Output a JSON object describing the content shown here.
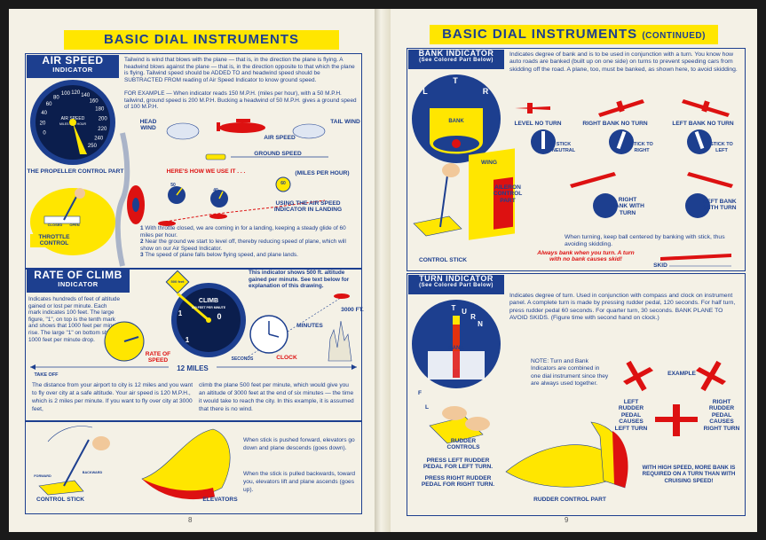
{
  "left_page": {
    "title": "BASIC DIAL INSTRUMENTS",
    "airspeed": {
      "header_title": "AIR SPEED",
      "header_sub": "INDICATOR",
      "dial_label": "AIR SPEED",
      "dial_unit": "MILES PER HOUR",
      "dial_ticks": [
        "0",
        "20",
        "40",
        "60",
        "80",
        "100",
        "120",
        "140",
        "160",
        "180",
        "200",
        "220",
        "240",
        "250"
      ],
      "body": "Tailwind is wind that blows with the plane — that is, in the direction the plane is flying. A headwind blows against the plane — that is, in the direction opposite to that which the plane is flying. Tailwind speed should be ADDED TO and headwind speed should be SUBTRACTED FROM reading of Air Speed Indicator to know ground speed.",
      "example": "FOR EXAMPLE — When indicator reads 150 M.P.H. (miles per hour), with a 50 M.P.H. tailwind, ground speed is 200 M.P.H. Bucking a headwind of 50 M.P.H. gives a ground speed of 100 M.P.H.",
      "label_head_wind": "HEAD WIND",
      "label_tail_wind": "TAIL WIND",
      "label_air_speed": "AIR SPEED",
      "label_ground_speed": "GROUND SPEED",
      "label_propeller": "THE PROPELLER CONTROL PART",
      "label_throttle": "THROTTLE CONTROL",
      "throttle_open": "OPEN",
      "throttle_closed": "CLOSED",
      "label_how": "HERE'S HOW WE USE IT . . .",
      "label_mph": "(MILES PER HOUR)",
      "gauge_values": [
        "60",
        "50",
        "40"
      ],
      "label_landing": "USING THE AIR SPEED INDICATOR IN LANDING",
      "steps": [
        "With throttle closed, we are coming in for a landing, keeping a steady glide of 60 miles per hour.",
        "Near the ground we start to level off, thereby reducing speed of plane, which will show on our Air Speed Indicator.",
        "The speed of plane falls below flying speed, and plane lands."
      ]
    },
    "climb": {
      "header_title": "RATE OF CLIMB",
      "header_sub": "INDICATOR",
      "body": "Indicates hundreds of feet of altitude gained or lost per minute. Each mark indicates 100 feet. The large figure, \"1\", on top is the tenth mark and shows that 1000 feet per minute rise. The large \"1\" on bottom shows 1000 feet per minute drop.",
      "sign": "500 feet",
      "dial_label": "CLIMB",
      "dial_unit": "100 FEET PER MINUTE",
      "dial_ticks": [
        "1",
        "0",
        "1"
      ],
      "text_right": "This indicator shows 500 ft. altitude gained per minute. See text below for explanation of this drawing.",
      "label_minutes": "MINUTES",
      "label_3000": "3000 FT.",
      "label_rate": "RATE OF SPEED",
      "label_seconds": "SECONDS",
      "label_clock": "CLOCK",
      "label_takeoff": "TAKE OFF",
      "label_12miles": "12 MILES",
      "para_left": "The distance from your airport to city is 12 miles and you want to fly over city at a safe altitude. Your air speed is 120 M.P.H., which is 2 miles per minute. If you want to fly over city at 3000 feet,",
      "para_right": "climb the plane 500 feet per minute, which would give you an altitude of 3000 feet at the end of six minutes — the time it would take to reach the city. In this example, it is assumed that there is no wind."
    },
    "stick": {
      "label_forward": "FORWARD",
      "label_backward": "BACKWARD",
      "label_control_stick": "CONTROL STICK",
      "label_elevators": "ELEVATORS",
      "para1": "When stick is pushed forward, elevators go down and plane descends (goes down).",
      "para2": "When the stick is pulled backwards, toward you, elevators lift and plane ascends (goes up)."
    },
    "page_number": "8"
  },
  "right_page": {
    "title": "BASIC DIAL INSTRUMENTS",
    "title_suffix": "(CONTINUED)",
    "bank": {
      "header_title": "BANK INDICATOR",
      "header_sub": "(See Colored Part Below)",
      "dial_letters": [
        "L",
        "T",
        "R"
      ],
      "dial_word": "BANK",
      "body": "Indicates degree of bank and is to be used in conjunction with a turn. You know how auto roads are banked (built up on one side) on turns to prevent speeding cars from skidding off the road. A plane, too, must be banked, as shown here, to avoid skidding.",
      "label_level": "LEVEL NO TURN",
      "label_right_bank": "RIGHT BANK NO TURN",
      "label_left_bank": "LEFT BANK NO TURN",
      "label_stick_neutral": "STICK NEUTRAL",
      "label_stick_right": "STICK TO RIGHT",
      "label_stick_left": "STICK TO LEFT",
      "label_wing": "WING",
      "label_aileron": "AILERON CONTROL PART",
      "label_control_stick": "CONTROL STICK",
      "label_rbwt": "RIGHT BANK WITH TURN",
      "label_lbwt": "LEFT BANK WITH TURN",
      "turn_note": "When turning, keep ball centered by banking with stick, thus avoiding skidding.",
      "red_note": "Always bank when you turn. A turn with no bank causes skid!",
      "label_skid": "SKID"
    },
    "turn": {
      "header_title": "TURN INDICATOR",
      "header_sub": "(See Colored Part Below)",
      "dial_letters": [
        "T",
        "U",
        "R",
        "N"
      ],
      "dial_word": "BANK",
      "body": "Indicates degree of turn. Used in conjunction with compass and clock on instrument panel. A complete turn is made by pressing rudder pedal, 120 seconds. For half turn, press rudder pedal 60 seconds. For quarter turn, 30 seconds. BANK PLANE TO AVOID SKIDS. (Figure time with second hand on clock.)",
      "note": "NOTE: Turn and Bank Indicators are combined in one dial instrument since they are always used together.",
      "label_example": "EXAMPLE",
      "label_left_rudder": "LEFT RUDDER PEDAL CAUSES LEFT TURN",
      "label_right_rudder": "RIGHT RUDDER PEDAL CAUSES RIGHT TURN",
      "label_rudder_controls": "RUDDER CONTROLS",
      "pedal_letters": [
        "F",
        "L"
      ],
      "press_left": "PRESS LEFT RUDDER PEDAL FOR LEFT TURN.",
      "press_right": "PRESS RIGHT RUDDER PEDAL FOR RIGHT TURN.",
      "label_rudder_part": "RUDDER CONTROL PART",
      "high_speed": "WITH HIGH SPEED, MORE BANK IS REQUIRED ON A TURN THAN WITH CRUISING SPEED!"
    },
    "page_number": "9"
  },
  "colors": {
    "navy": "#1d3f8f",
    "yellow": "#ffe600",
    "red": "#d11111",
    "paper": "#f4f1e6"
  }
}
